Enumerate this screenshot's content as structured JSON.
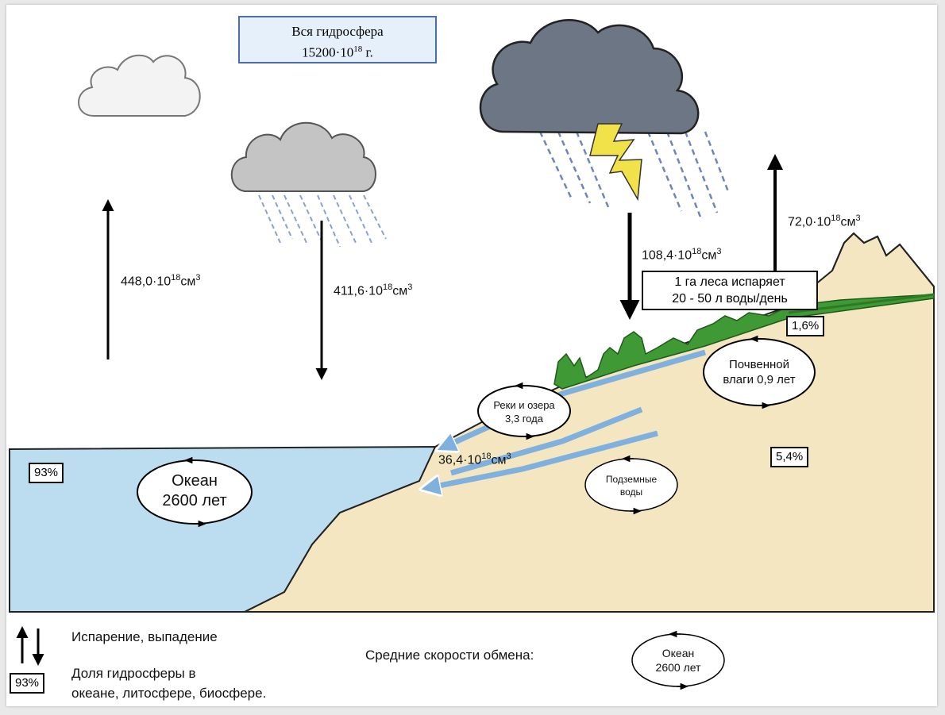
{
  "header": {
    "title_line1": "Вся гидросфера",
    "title_line2_base": "15200·10",
    "title_line2_exp": "18",
    "title_line2_unit": " г."
  },
  "fluxes": {
    "ocean_evaporation": {
      "base": "448,0·10",
      "exp": "18",
      "unit": "см",
      "unit_exp": "3"
    },
    "ocean_precipitation": {
      "base": "411,6·10",
      "exp": "18",
      "unit": "см",
      "unit_exp": "3"
    },
    "land_precipitation": {
      "base": "108,4·10",
      "exp": "18",
      "unit": "см",
      "unit_exp": "3"
    },
    "land_evaporation": {
      "base": "72,0·10",
      "exp": "18",
      "unit": "см",
      "unit_exp": "3"
    },
    "runoff": {
      "base": "36,4·10",
      "exp": "18",
      "unit": "см",
      "unit_exp": "3"
    }
  },
  "forest_note": {
    "line1": "1 га леса испаряет",
    "line2": "20 - 50 л воды/день"
  },
  "shares": {
    "ocean": "93%",
    "biosphere": "1,6%",
    "lithosphere": "5,4%"
  },
  "cycles": {
    "ocean": {
      "line1": "Океан",
      "line2": "2600 лет"
    },
    "rivers": {
      "line1": "Реки и озера",
      "line2": "3,3 года"
    },
    "soil": {
      "line1": "Почвенной",
      "line2": "влаги 0,9 лет"
    },
    "groundwater": {
      "line1": "Подземные",
      "line2": "воды"
    }
  },
  "legend": {
    "arrows_text": "Испарение, выпадение",
    "share_badge": "93%",
    "share_text_line1": "Доля гидросферы в",
    "share_text_line2": "океане, литосфере, биосфере.",
    "rates_text": "Средние скорости обмена:",
    "sample_cycle_line1": "Океан",
    "sample_cycle_line2": "2600 лет"
  },
  "colors": {
    "ocean": "#bcdcf0",
    "land": "#f4e6c0",
    "forest": "#3f9a35",
    "water_flow": "#7fb0de",
    "storm_cloud": "#6c7684",
    "rain": "#6f86b6",
    "lightning": "#f2e24a"
  },
  "icons": [
    "white-cloud-icon",
    "rain-cloud-icon",
    "storm-cloud-icon",
    "lightning-icon",
    "mountain-icon"
  ]
}
